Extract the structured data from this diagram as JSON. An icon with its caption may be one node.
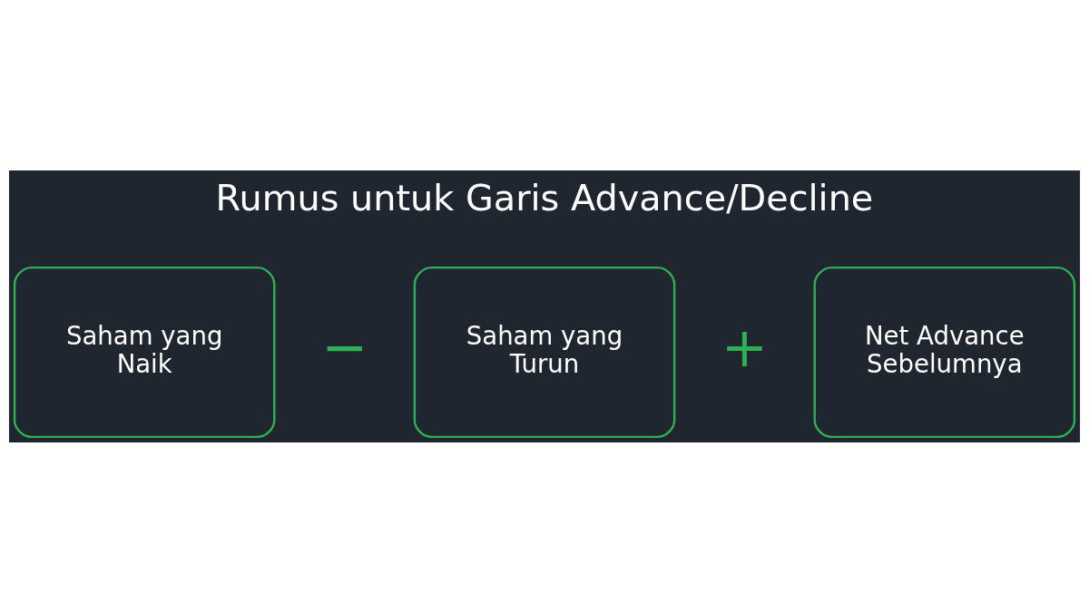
{
  "diagram": {
    "title": "Rumus untuk Garis Advance/Decline",
    "nodes": [
      {
        "text": [
          "Saham yang Naik"
        ]
      },
      {
        "text": [
          "Saham yang Turun"
        ]
      },
      {
        "text": [
          "Net Advance Sebelumnya"
        ]
      }
    ],
    "labels": [
      "−",
      "+"
    ]
  }
}
